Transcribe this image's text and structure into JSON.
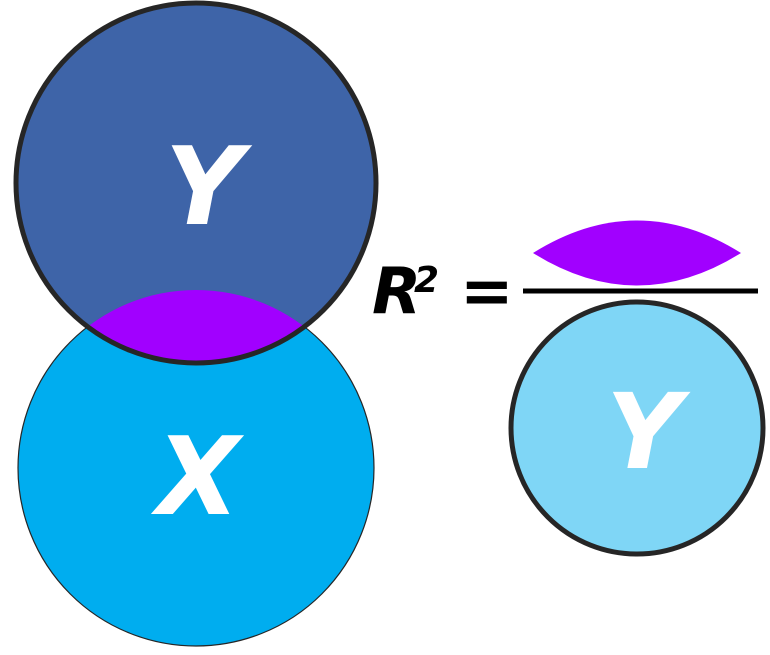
{
  "venn": {
    "y_label": "Y",
    "x_label": "X"
  },
  "formula": {
    "r_symbol": "R",
    "exponent": "2",
    "equals": "=",
    "denominator_label": "Y"
  },
  "colors": {
    "y_circle": "#3E64A8",
    "x_circle": "#00ADEF",
    "overlap": "#A100FF",
    "denominator_circle": "#7FD6F6",
    "outline": "#262626"
  }
}
